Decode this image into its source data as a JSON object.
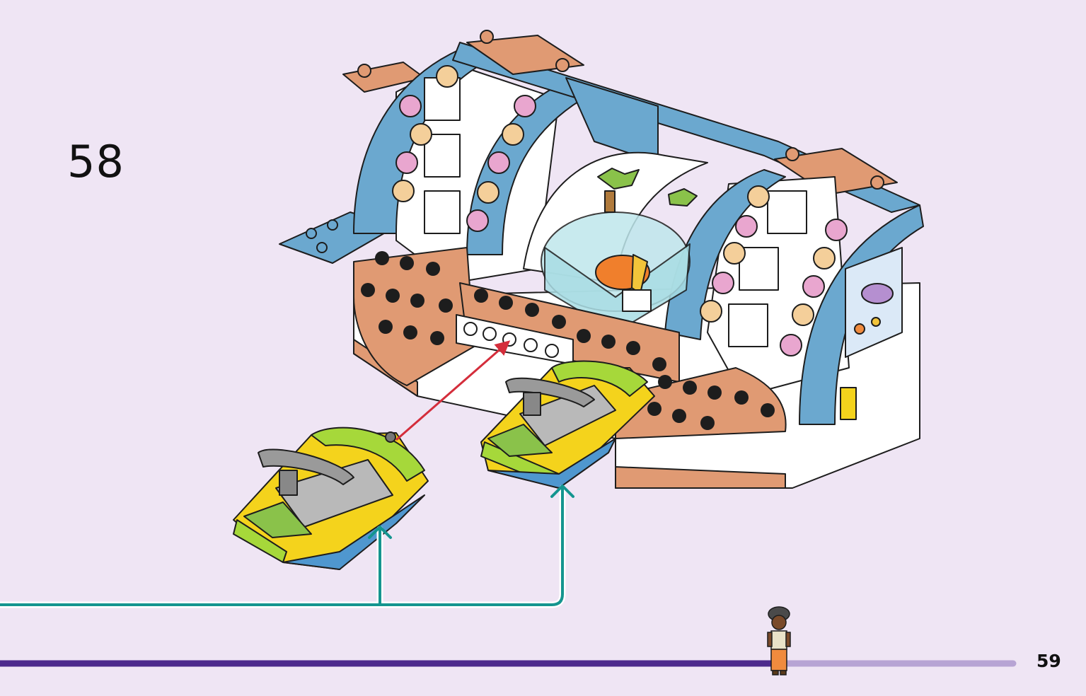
{
  "step": {
    "number": "58"
  },
  "page": {
    "number": "59"
  },
  "progress": {
    "fraction": 0.72
  },
  "colors": {
    "background": "#efe5f4",
    "progress_done": "#4d2a8c",
    "progress_remaining": "#b7a4d4",
    "callout_line": "#14958f",
    "arrow_red": "#d42d3b",
    "brick_blue": "#6ba8cf",
    "brick_tan": "#e09a73",
    "brick_white": "#ffffff",
    "brick_yellow": "#f4d31c",
    "brick_lime": "#a6d83a",
    "transparent_blue": "#bfe7ec"
  },
  "icons": {
    "model": "dolphin-ride-model-icon",
    "jetski_left": "jet-ski-icon",
    "jetski_right": "jet-ski-icon",
    "minifigure": "minifigure-icon"
  }
}
